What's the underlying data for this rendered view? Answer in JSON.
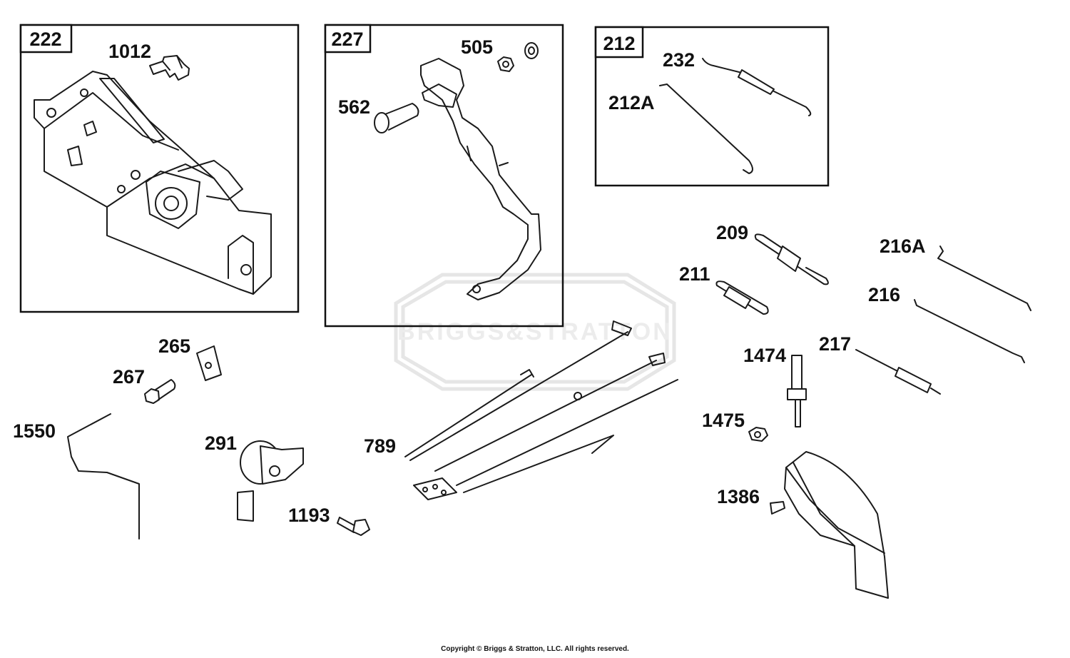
{
  "watermark": "BRIGGS&STRATTON",
  "copyright": "Copyright © Briggs & Stratton, LLC. All rights reserved.",
  "boxes": [
    {
      "id": "222",
      "label": "222"
    },
    {
      "id": "227",
      "label": "227"
    },
    {
      "id": "212",
      "label": "212"
    }
  ],
  "part_labels": {
    "p1012": "1012",
    "p505": "505",
    "p562": "562",
    "p232": "232",
    "p212a": "212A",
    "p209": "209",
    "p216a": "216A",
    "p211": "211",
    "p216": "216",
    "p265": "265",
    "p267": "267",
    "p1474": "1474",
    "p217": "217",
    "p1550": "1550",
    "p291": "291",
    "p789": "789",
    "p1475": "1475",
    "p1386": "1386",
    "p1193": "1193"
  }
}
